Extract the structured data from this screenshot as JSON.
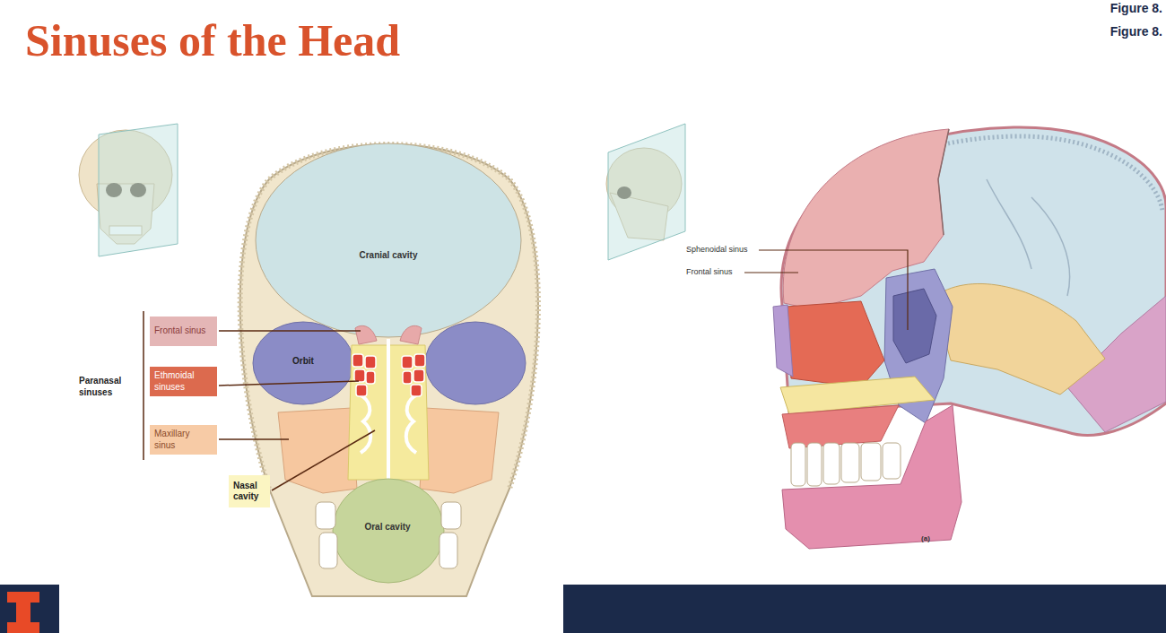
{
  "diagram": {
    "title": "Sinuses of the Head",
    "nodes": [
      {
        "text": [
          "Frontal sinus"
        ]
      },
      {
        "text": [
          "Ethmoidal sinuses"
        ]
      },
      {
        "text": [
          "Maxillary sinus"
        ]
      },
      {
        "text": [
          "Nasal cavity"
        ]
      }
    ],
    "labels": [
      "Figure 8.",
      "Figure 8.",
      "Sphenoidal sinus",
      "Frontal sinus",
      "Cranial cavity",
      "Paranasal sinuses",
      "Orbit",
      "Oral cavity",
      "(a)"
    ]
  }
}
